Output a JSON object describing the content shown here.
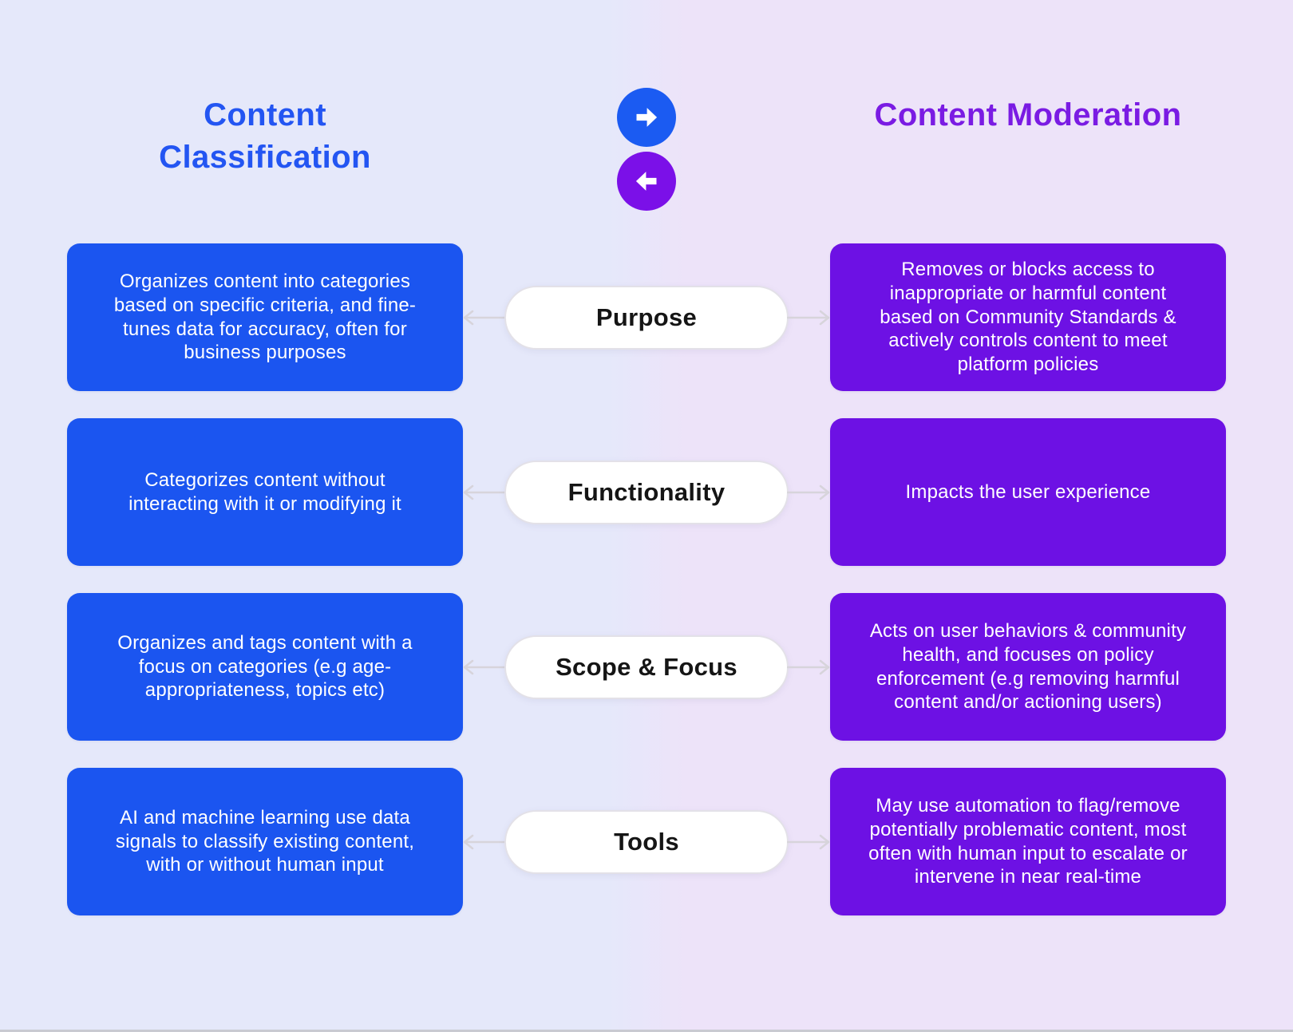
{
  "header": {
    "left_title": "Content Classification",
    "right_title": "Content Moderation"
  },
  "icons": {
    "swap_forward": "arrow-right-icon",
    "swap_back": "arrow-left-icon",
    "connector_left": "arrow-left-icon",
    "connector_right": "arrow-right-icon"
  },
  "rows": [
    {
      "label": "Purpose",
      "left": "Organizes content into categories based on specific criteria, and fine-tunes data for accuracy, often for business purposes",
      "right": "Removes or blocks access to inappropriate or harmful content based on Community Standards & actively controls content to meet platform policies"
    },
    {
      "label": "Functionality",
      "left": "Categorizes content without interacting with it or modifying it",
      "right": "Impacts the user experience"
    },
    {
      "label": "Scope & Focus",
      "left": "Organizes and tags content with a focus on categories (e.g  age-appropriateness, topics etc)",
      "right": "Acts on user behaviors & community health, and focuses on policy enforcement (e.g removing harmful content and/or actioning users)"
    },
    {
      "label": "Tools",
      "left": "AI and machine learning use data signals to classify existing content, with or without human input",
      "right": "May use automation to flag/remove potentially problematic content, most often with human input to escalate or intervene in near real-time"
    }
  ],
  "colors": {
    "classification_blue": "#1B55F0",
    "moderation_purple": "#6D11E4",
    "title_blue": "#2355F2",
    "title_purple": "#7A1BE3",
    "circle_blue": "#1B5BF2",
    "circle_purple": "#7B10E8",
    "background_left": "#E5E8FA",
    "background_right": "#EDE3F9",
    "pill_bg": "#FFFFFF",
    "pill_border": "#E3E1E8",
    "pill_text": "#151515",
    "arrow_gray": "#D7D4DB",
    "box_text": "#FFFFFF"
  }
}
